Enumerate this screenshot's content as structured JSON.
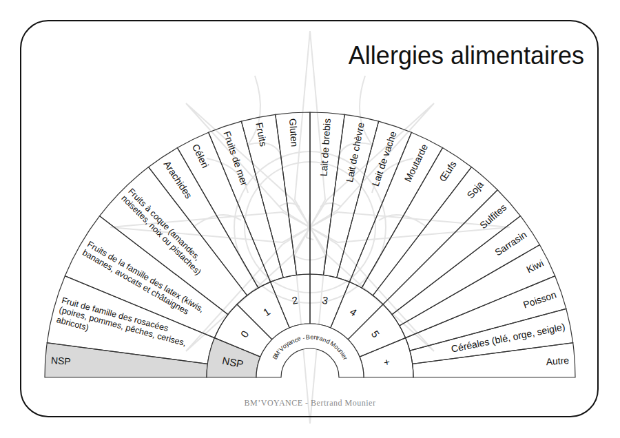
{
  "diagram": {
    "title": "Allergies alimentaires",
    "caption": "BM’VOYANCE - Bertrand Mounier",
    "nodes": [
      {
        "text": [
          "NSP"
        ]
      },
      {
        "text": [
          "Fruit de famille des rosacées (poires, pommes, pêches, cerises, abricots)"
        ]
      },
      {
        "text": [
          "Fruits de la famille des latex (kiwis, bananes, avocats et châtaignes"
        ]
      },
      {
        "text": [
          "Fruits à coque (amandes, noisettes, noix ou pistaches)"
        ]
      },
      {
        "text": [
          "Arachides"
        ]
      },
      {
        "text": [
          "Céleri"
        ]
      },
      {
        "text": [
          "Fruits de mer"
        ]
      },
      {
        "text": [
          "Fruits"
        ]
      },
      {
        "text": [
          "Gluten"
        ]
      },
      {
        "text": [
          "Lait de brebis"
        ]
      },
      {
        "text": [
          "Lait de chèvre"
        ]
      },
      {
        "text": [
          "Lait de vache"
        ]
      },
      {
        "text": [
          "Moutarde"
        ]
      },
      {
        "text": [
          "Œufs"
        ]
      },
      {
        "text": [
          "Soja"
        ]
      },
      {
        "text": [
          "Sulfites"
        ]
      },
      {
        "text": [
          "Sarrasin"
        ]
      },
      {
        "text": [
          "Kiwi"
        ]
      },
      {
        "text": [
          "Poisson"
        ]
      },
      {
        "text": [
          "Céréales (blé, orge, seigle)"
        ]
      },
      {
        "text": [
          "Autre"
        ]
      },
      {
        "text": [
          "NSP"
        ]
      },
      {
        "text": [
          "0"
        ]
      },
      {
        "text": [
          "1"
        ]
      },
      {
        "text": [
          "2"
        ]
      },
      {
        "text": [
          "3"
        ]
      },
      {
        "text": [
          "4"
        ]
      },
      {
        "text": [
          "5"
        ]
      },
      {
        "text": [
          "+"
        ]
      },
      {
        "text": [
          "BM’Voyance - Bertrand Mounier"
        ]
      }
    ]
  }
}
